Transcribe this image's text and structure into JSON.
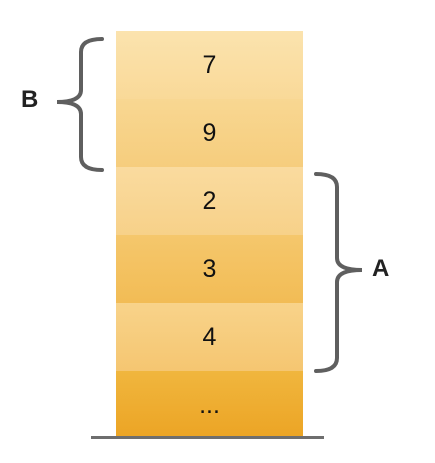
{
  "stack": {
    "cells": [
      "7",
      "9",
      "2",
      "3",
      "4",
      "..."
    ]
  },
  "labels": {
    "b": "B",
    "a": "A"
  },
  "colors": {
    "brace": "#5f5f5f",
    "baseline": "#6e6e6e",
    "cell_light": "#fbe3ae",
    "cell_dark": "#eca424"
  }
}
